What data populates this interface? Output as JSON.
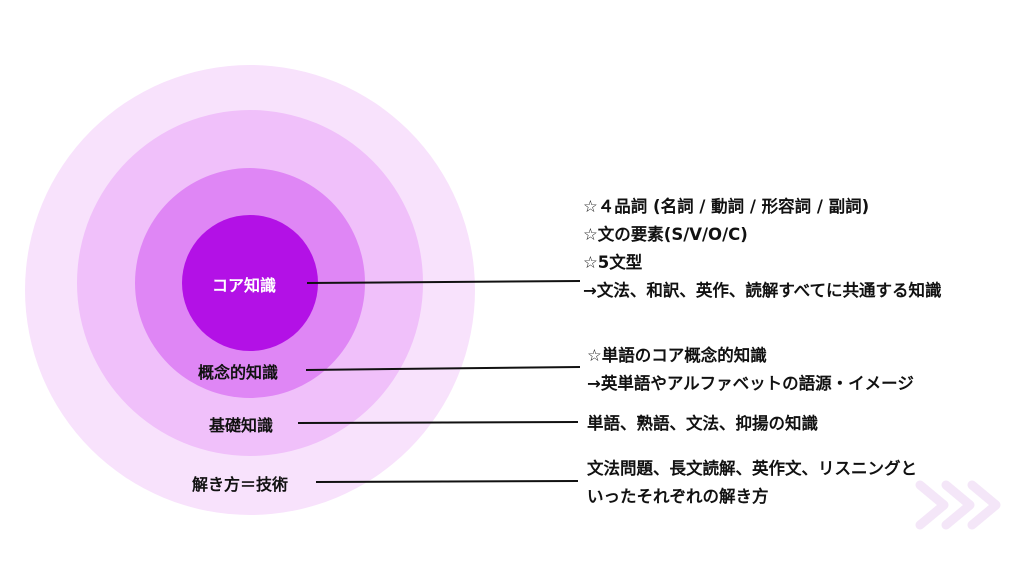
{
  "layers": [
    {
      "id": "solution",
      "label": "解き方＝技術",
      "color": "#f8e2fc",
      "description": [
        "文法問題、長文読解、英作文、リスニングと",
        "いったそれぞれの解き方"
      ]
    },
    {
      "id": "basic",
      "label": "基礎知識",
      "color": "#f0c0fa",
      "description": [
        "単語、熟語、文法、抑揚の知識"
      ]
    },
    {
      "id": "concept",
      "label": "概念的知識",
      "color": "#df86f5",
      "description": [
        "☆単語のコア概念的知識",
        "→英単語やアルファベットの語源・イメージ"
      ]
    },
    {
      "id": "core",
      "label": "コア知識",
      "color": "#b311e6",
      "label_color": "#ffffff",
      "description": [
        "☆４品詞 (名詞 / 動詞 / 形容詞 / 副詞)",
        "☆文の要素(S/V/O/C)",
        "☆5文型",
        "→文法、和訳、英作、読解すべてに共通する知識"
      ]
    }
  ],
  "decoration": {
    "chevrons": "arrow-chevrons-icon",
    "chevron_color": "#f4e6f8"
  }
}
